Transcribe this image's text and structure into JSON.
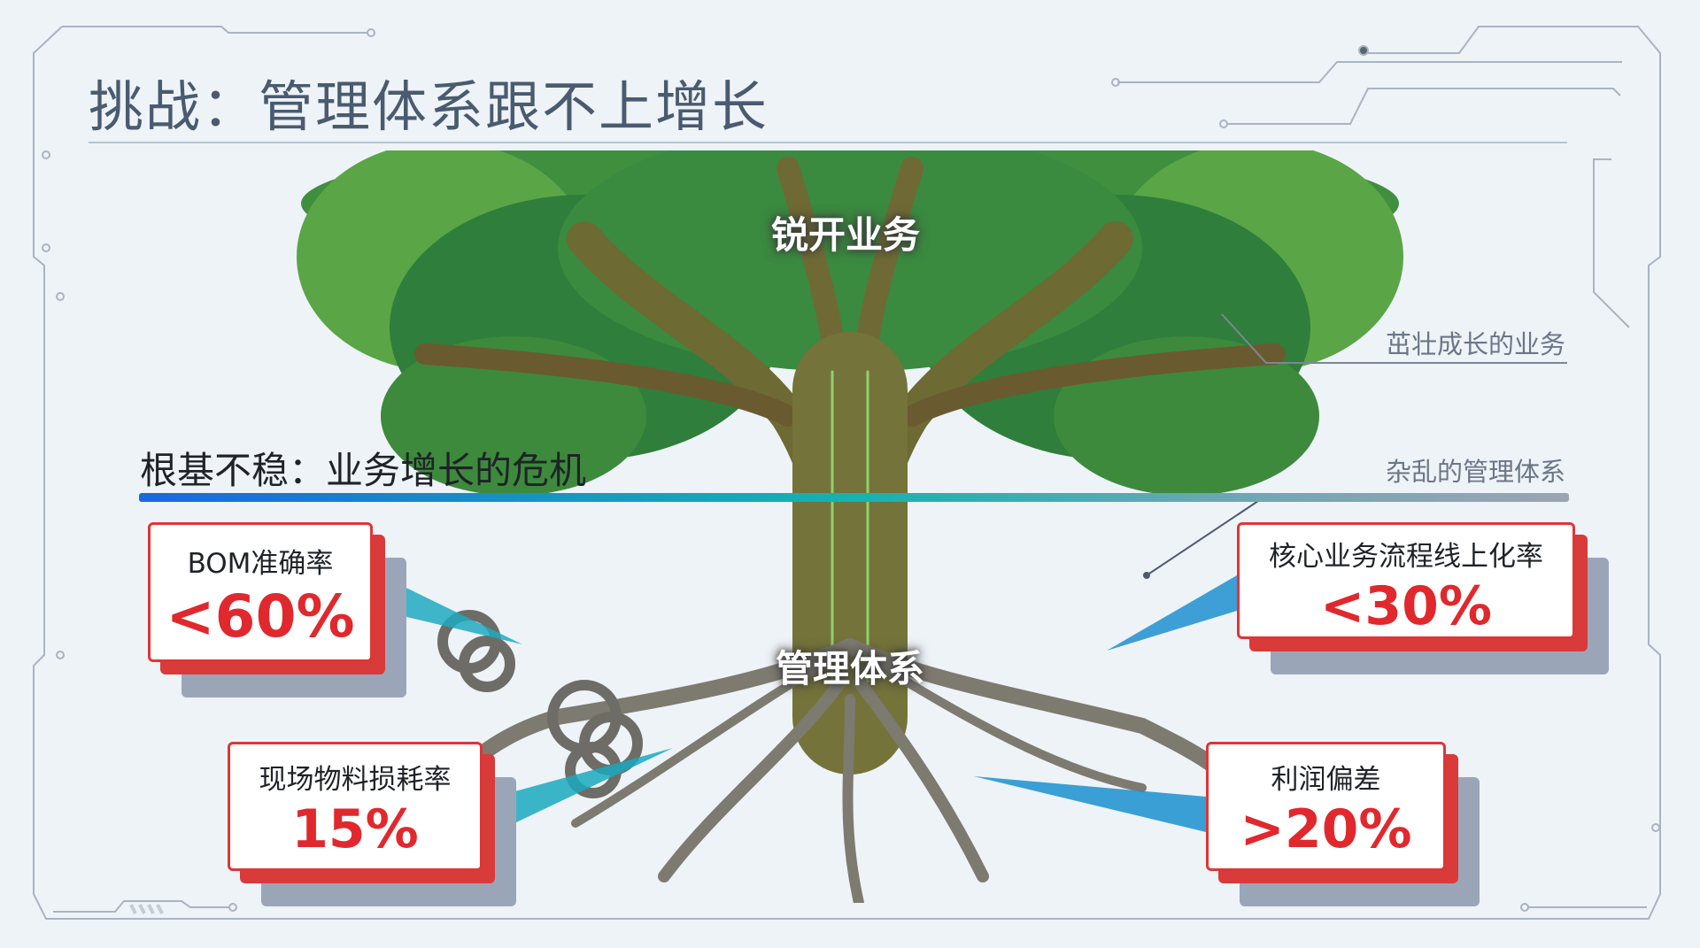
{
  "title": "挑战：管理体系跟不上增长",
  "tree": {
    "canopy_label": "锐开业务",
    "roots_label": "管理体系"
  },
  "side_labels": {
    "growing_business": "茁壮成长的业务",
    "messy_management": "杂乱的管理体系"
  },
  "crisis_heading": "根基不稳：业务增长的危机",
  "colors": {
    "accent_red": "#e0282d",
    "bar_start": "#1b68dc",
    "bar_mid": "#14b3b0",
    "bar_end": "#9ca4b2",
    "title": "#4a5b70"
  },
  "metrics": [
    {
      "label": "BOM准确率",
      "value": "<60%"
    },
    {
      "label": "核心业务流程线上化率",
      "value": "<30%"
    },
    {
      "label": "现场物料损耗率",
      "value": "15%"
    },
    {
      "label": "利润偏差",
      "value": ">20%"
    }
  ]
}
